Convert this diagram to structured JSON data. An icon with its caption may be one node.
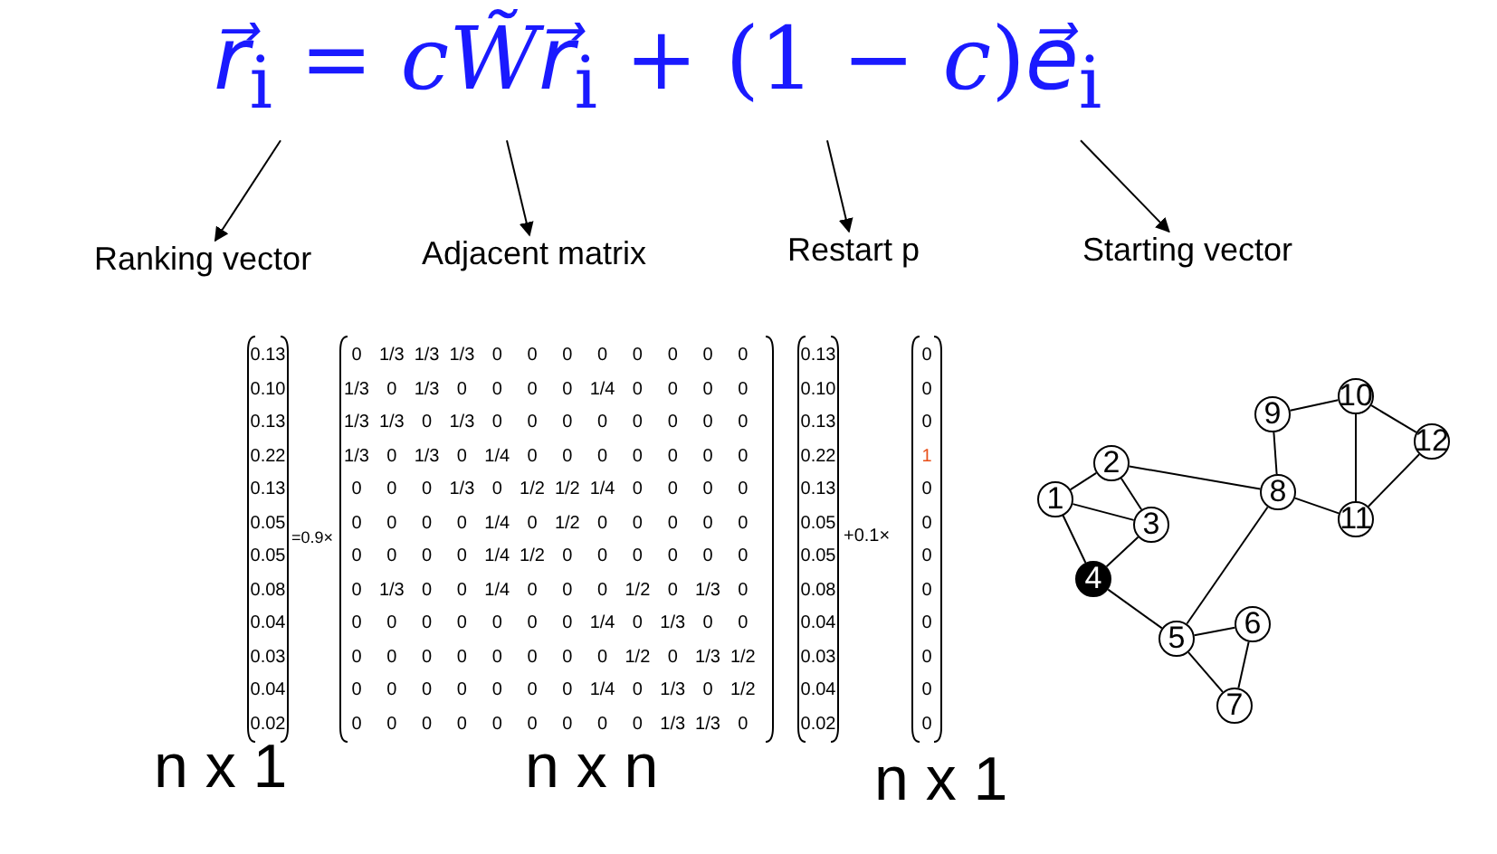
{
  "diagram": {
    "nodes": [
      {
        "text": [
          "*r⃗*$_{i}$ = *cW̃r⃗*$_{i}$ + (1 − *c*)*e⃗*$_{i}$"
        ]
      },
      {
        "text": [
          "Ranking vector"
        ]
      },
      {
        "text": [
          "Adjacent matrix"
        ]
      },
      {
        "text": [
          "Restart p"
        ]
      },
      {
        "text": [
          "Starting vector"
        ]
      },
      {
        "text": [
          "1"
        ]
      },
      {
        "text": [
          "2"
        ]
      },
      {
        "text": [
          "3"
        ]
      },
      {
        "text": [
          "4"
        ]
      },
      {
        "text": [
          "5"
        ]
      },
      {
        "text": [
          "6"
        ]
      },
      {
        "text": [
          "7"
        ]
      },
      {
        "text": [
          "8"
        ]
      },
      {
        "text": [
          "9"
        ]
      },
      {
        "text": [
          "10"
        ]
      },
      {
        "text": [
          "11"
        ]
      },
      {
        "text": [
          "12"
        ]
      }
    ],
    "edges": [
      {
        "from": 0,
        "to": 1,
        "arrow": "to"
      },
      {
        "from": 0,
        "to": 2,
        "arrow": "to"
      },
      {
        "from": 0,
        "to": 3,
        "arrow": "to"
      },
      {
        "from": 0,
        "to": 4,
        "arrow": "to"
      },
      {
        "from": 5,
        "to": 6,
        "arrow": "none"
      },
      {
        "from": 5,
        "to": 7,
        "arrow": "none"
      },
      {
        "from": 5,
        "to": 8,
        "arrow": "none"
      },
      {
        "from": 6,
        "to": 7,
        "arrow": "none"
      },
      {
        "from": 6,
        "to": 12,
        "arrow": "none"
      },
      {
        "from": 7,
        "to": 8,
        "arrow": "none"
      },
      {
        "from": 8,
        "to": 9,
        "arrow": "none"
      },
      {
        "from": 9,
        "to": 12,
        "arrow": "none"
      },
      {
        "from": 9,
        "to": 10,
        "arrow": "none"
      },
      {
        "from": 9,
        "to": 11,
        "arrow": "none"
      },
      {
        "from": 10,
        "to": 11,
        "arrow": "none"
      },
      {
        "from": 12,
        "to": 13,
        "arrow": "none"
      },
      {
        "from": 12,
        "to": 15,
        "arrow": "none"
      },
      {
        "from": 13,
        "to": 14,
        "arrow": "none"
      },
      {
        "from": 14,
        "to": 15,
        "arrow": "none"
      },
      {
        "from": 14,
        "to": 16,
        "arrow": "none"
      },
      {
        "from": 15,
        "to": 16,
        "arrow": "none"
      }
    ],
    "labels": [
      "0.13",
      "0.10",
      "0.13",
      "0.22",
      "0.13",
      "0.05",
      "0.05",
      "0.08",
      "0.04",
      "0.03",
      "0.04",
      "0.02",
      "=0.9×",
      "0",
      "1/3",
      "1/3",
      "1/3",
      "0",
      "0",
      "0",
      "0",
      "0",
      "0",
      "0",
      "0",
      "1/3",
      "0",
      "1/3",
      "0",
      "0",
      "0",
      "0",
      "1/4",
      "0",
      "0",
      "0",
      "0",
      "1/3",
      "1/3",
      "0",
      "1/3",
      "0",
      "0",
      "0",
      "0",
      "0",
      "0",
      "0",
      "0",
      "1/3",
      "0",
      "1/3",
      "0",
      "1/4",
      "0",
      "0",
      "0",
      "0",
      "0",
      "0",
      "0",
      "0",
      "0",
      "0",
      "1/3",
      "0",
      "1/2",
      "1/2",
      "1/4",
      "0",
      "0",
      "0",
      "0",
      "0",
      "0",
      "0",
      "0",
      "1/4",
      "0",
      "1/2",
      "0",
      "0",
      "0",
      "0",
      "0",
      "0",
      "0",
      "0",
      "0",
      "1/4",
      "1/2",
      "0",
      "0",
      "0",
      "0",
      "0",
      "0",
      "0",
      "1/3",
      "0",
      "0",
      "1/4",
      "0",
      "0",
      "0",
      "1/2",
      "0",
      "1/3",
      "0",
      "0",
      "0",
      "0",
      "0",
      "0",
      "0",
      "0",
      "1/4",
      "0",
      "1/3",
      "0",
      "0",
      "0",
      "0",
      "0",
      "0",
      "0",
      "0",
      "0",
      "0",
      "1/2",
      "0",
      "1/3",
      "1/2",
      "0",
      "0",
      "0",
      "0",
      "0",
      "0",
      "0",
      "1/4",
      "0",
      "1/3",
      "0",
      "1/2",
      "0",
      "0",
      "0",
      "0",
      "0",
      "0",
      "0",
      "0",
      "0",
      "1/3",
      "1/3",
      "0",
      "0.13",
      "0.10",
      "0.13",
      "0.22",
      "0.13",
      "0.05",
      "0.05",
      "0.08",
      "0.04",
      "0.03",
      "0.04",
      "0.02",
      "+0.1×",
      "0",
      "0",
      "0",
      "1",
      "0",
      "0",
      "0",
      "0",
      "0",
      "0",
      "0",
      "0",
      "n x 1",
      "n x n",
      "n x 1"
    ]
  }
}
